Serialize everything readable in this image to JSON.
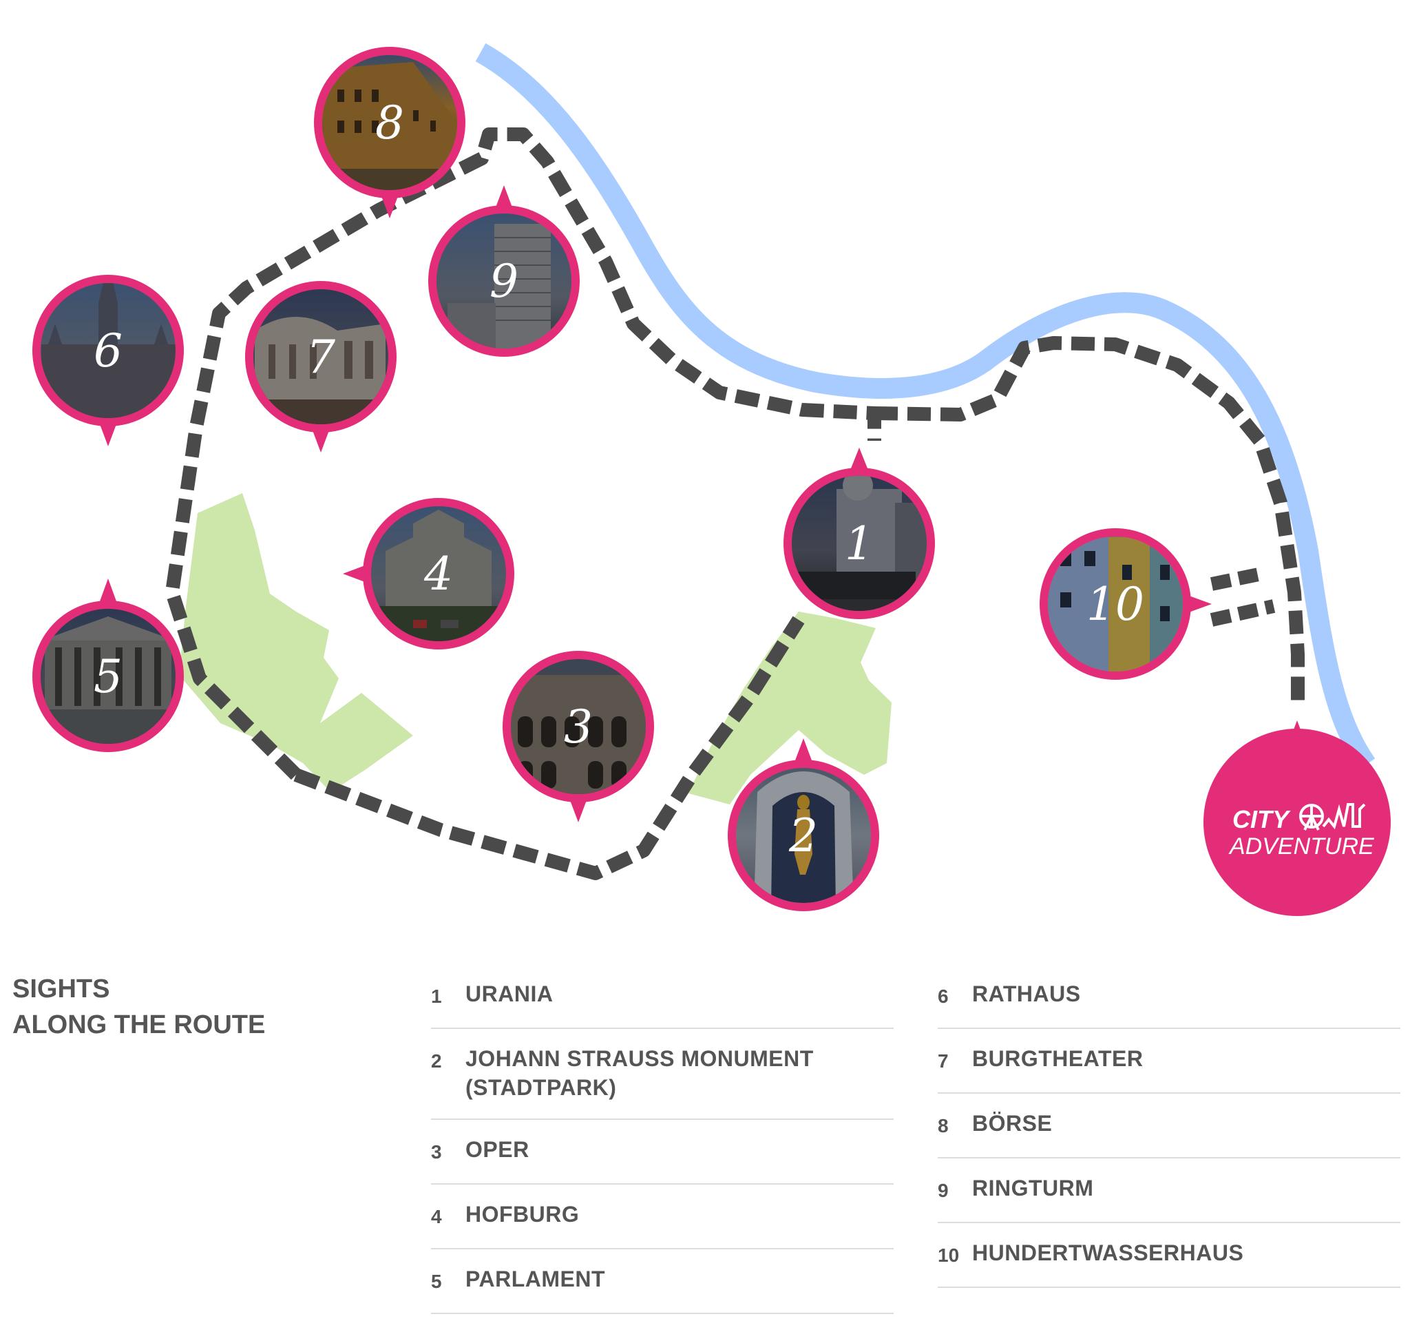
{
  "map": {
    "route_color": "#4a4a4a",
    "river_color": "#a8ccff",
    "park_color": "#cde6a9",
    "marker_color": "#e32d78",
    "markers": [
      {
        "number": "1",
        "name": "Urania",
        "photo": "urania-building-photo"
      },
      {
        "number": "2",
        "name": "Johann Strauss Monument",
        "photo": "golden-statue-photo"
      },
      {
        "number": "3",
        "name": "Oper",
        "photo": "opera-facade-photo"
      },
      {
        "number": "4",
        "name": "Hofburg",
        "photo": "palace-photo"
      },
      {
        "number": "5",
        "name": "Parlament",
        "photo": "parliament-photo"
      },
      {
        "number": "6",
        "name": "Rathaus",
        "photo": "city-hall-photo"
      },
      {
        "number": "7",
        "name": "Burgtheater",
        "photo": "theater-photo"
      },
      {
        "number": "8",
        "name": "Börse",
        "photo": "stock-exchange-photo"
      },
      {
        "number": "9",
        "name": "Ringturm",
        "photo": "tower-photo"
      },
      {
        "number": "10",
        "name": "Hundertwasserhaus",
        "photo": "colorful-house-photo"
      }
    ],
    "logo": {
      "line1": "CITY",
      "line2": "ADVENTURE",
      "icon": "ferris-wheel-skyline-icon"
    }
  },
  "legend": {
    "title_line1": "SIGHTS",
    "title_line2": "ALONG THE ROUTE",
    "column_a": [
      {
        "num": "1",
        "label_line1": "URANIA",
        "label_line2": ""
      },
      {
        "num": "2",
        "label_line1": "JOHANN STRAUSS MONUMENT",
        "label_line2": "(STADTPARK)"
      },
      {
        "num": "3",
        "label_line1": "OPER",
        "label_line2": ""
      },
      {
        "num": "4",
        "label_line1": "HOFBURG",
        "label_line2": ""
      },
      {
        "num": "5",
        "label_line1": "PARLAMENT",
        "label_line2": ""
      }
    ],
    "column_b": [
      {
        "num": "6",
        "label_line1": "RATHAUS",
        "label_line2": ""
      },
      {
        "num": "7",
        "label_line1": "BURGTHEATER",
        "label_line2": ""
      },
      {
        "num": "8",
        "label_line1": "BÖRSE",
        "label_line2": ""
      },
      {
        "num": "9",
        "label_line1": "RINGTURM",
        "label_line2": ""
      },
      {
        "num": "10",
        "label_line1": "HUNDERTWASSERHAUS",
        "label_line2": ""
      }
    ]
  }
}
